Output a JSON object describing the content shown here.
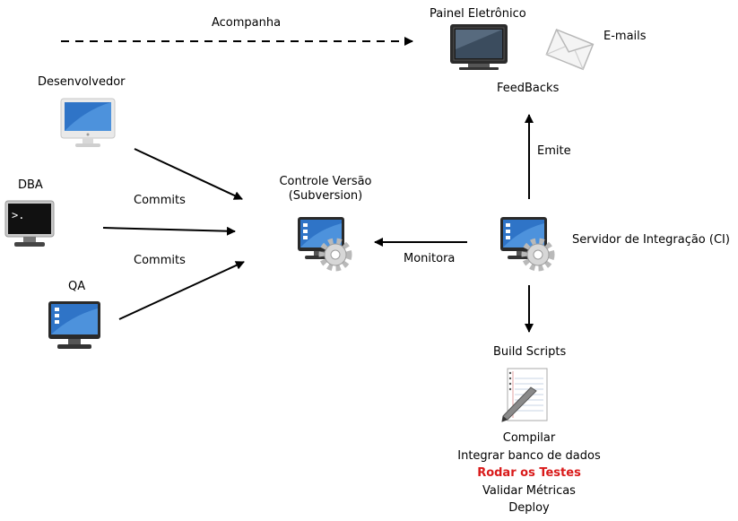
{
  "nodes": {
    "painel": "Painel Eletrônico",
    "emails": "E-mails",
    "feedbacks": "FeedBacks",
    "desenvolvedor": "Desenvolvedor",
    "dba": "DBA",
    "qa": "QA",
    "controle_versao": [
      "Controle Versão",
      "(Subversion)"
    ],
    "servidor": "Servidor de Integração (CI)",
    "build_scripts": "Build Scripts"
  },
  "edges": {
    "acompanha": "Acompanha",
    "commits_1": "Commits",
    "commits_2": "Commits",
    "monitora": "Monitora",
    "emite": "Emite"
  },
  "build_steps": [
    {
      "text": "Compilar",
      "highlight": false
    },
    {
      "text": "Integrar banco de dados",
      "highlight": false
    },
    {
      "text": "Rodar os Testes",
      "highlight": true
    },
    {
      "text": "Validar Métricas",
      "highlight": false
    },
    {
      "text": "Deploy",
      "highlight": false
    }
  ],
  "colors": {
    "highlight": "#d91a1a",
    "screen_blue": "#2f74c7"
  },
  "icons": {
    "painel": "tv-monitor-icon",
    "emails": "envelope-icon",
    "desenvolvedor": "imac-computer-icon",
    "dba": "terminal-monitor-icon",
    "qa": "desktop-monitor-icon",
    "controle_versao": "server-gear-icon",
    "servidor": "server-gear-icon",
    "build_scripts": "notepad-pen-icon"
  }
}
